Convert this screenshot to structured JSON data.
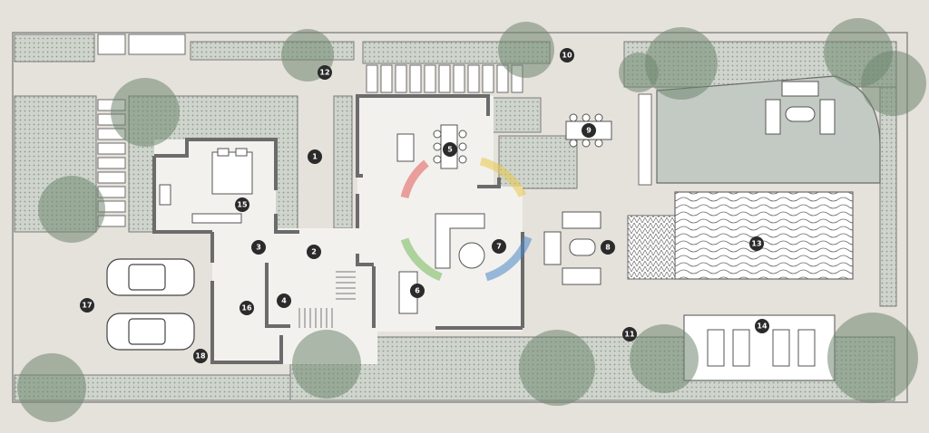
{
  "colors": {
    "background": "#e5e1db",
    "garden": "#cfd5cd",
    "tree": "#6f8670",
    "wall": "#6b6b6b",
    "interior": "#f3f1ee",
    "pool_water": "#c3cac3",
    "marker": "#2b2b2b"
  },
  "markers": [
    {
      "id": "m1",
      "label": "1"
    },
    {
      "id": "m2",
      "label": "2"
    },
    {
      "id": "m3",
      "label": "3"
    },
    {
      "id": "m4",
      "label": "4"
    },
    {
      "id": "m5",
      "label": "5"
    },
    {
      "id": "m6",
      "label": "6"
    },
    {
      "id": "m7",
      "label": "7"
    },
    {
      "id": "m8",
      "label": "8"
    },
    {
      "id": "m9",
      "label": "9"
    },
    {
      "id": "m10",
      "label": "10"
    },
    {
      "id": "m11",
      "label": "11"
    },
    {
      "id": "m12",
      "label": "12"
    },
    {
      "id": "m13",
      "label": "13"
    },
    {
      "id": "m14",
      "label": "14"
    },
    {
      "id": "m15",
      "label": "15"
    },
    {
      "id": "m16",
      "label": "16"
    },
    {
      "id": "m17",
      "label": "17"
    },
    {
      "id": "m18",
      "label": "18"
    }
  ]
}
